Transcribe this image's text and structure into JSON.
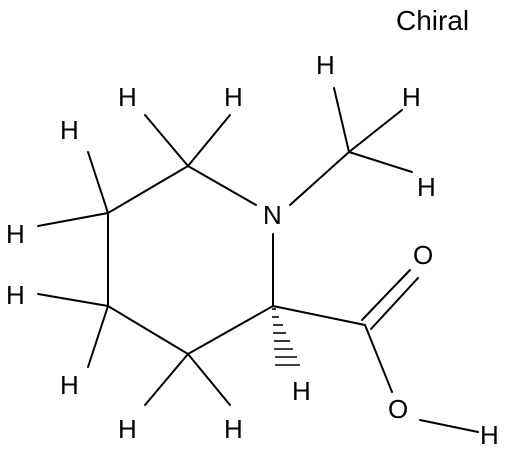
{
  "flag": "Chiral",
  "atoms": {
    "N": "N",
    "O_carbonyl": "O",
    "O_hydroxyl": "O",
    "H": "H"
  }
}
